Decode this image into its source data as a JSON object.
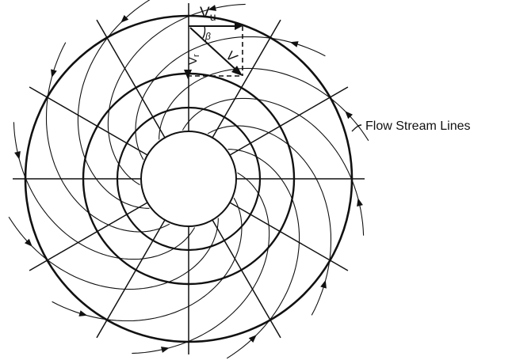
{
  "labels": {
    "vu": "V",
    "vu_sub": "u",
    "beta": "β",
    "v": "V",
    "vr": "V",
    "vr_sub": "r",
    "callout": "Flow Stream Lines"
  },
  "colors": {
    "ink": "#111111",
    "background": "#ffffff"
  }
}
